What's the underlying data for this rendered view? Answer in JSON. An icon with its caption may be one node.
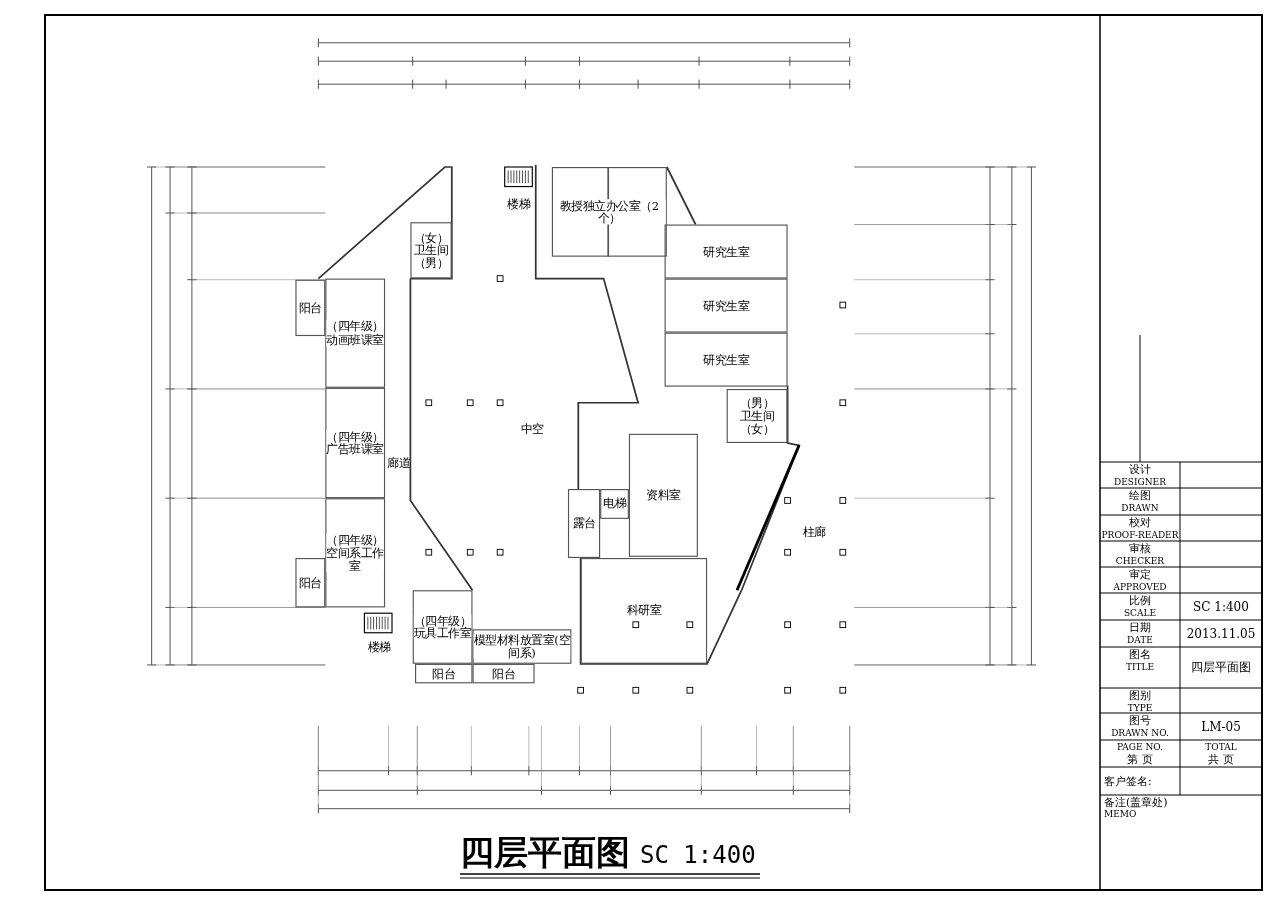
{
  "diagram": {
    "title": "四层平面图",
    "nodes": [
      {
        "text": [
          "（女）",
          "卫生间",
          "（男）"
        ]
      },
      {
        "text": [
          "阳台"
        ]
      },
      {
        "text": [
          "（四年级）动画班课室"
        ]
      },
      {
        "text": [
          "（四年级）广告班课室"
        ]
      },
      {
        "text": [
          "廊道"
        ]
      },
      {
        "text": [
          "（四年级）空间系工作室"
        ]
      },
      {
        "text": [
          "阳台"
        ]
      },
      {
        "text": [
          "楼梯"
        ]
      },
      {
        "text": [
          "（四年级）玩具工作室"
        ]
      },
      {
        "text": [
          "模型材料放置室(空间系)"
        ]
      },
      {
        "text": [
          "阳台"
        ]
      },
      {
        "text": [
          "阳台"
        ]
      },
      {
        "text": [
          "楼梯"
        ]
      },
      {
        "text": [
          "教授独立办公室（2个）"
        ]
      },
      {
        "text": [
          "研究生室"
        ]
      },
      {
        "text": [
          "研究生室"
        ]
      },
      {
        "text": [
          "研究生室"
        ]
      },
      {
        "text": [
          "（男）",
          "卫生间",
          "（女）"
        ]
      },
      {
        "text": [
          "中空"
        ]
      },
      {
        "text": [
          "资料室"
        ]
      },
      {
        "text": [
          "电梯"
        ]
      },
      {
        "text": [
          "露台"
        ]
      },
      {
        "text": [
          "柱廊"
        ]
      },
      {
        "text": [
          "科研室"
        ]
      }
    ],
    "labels": [
      "SC 1:400",
      "设计",
      "DESIGNER",
      "绘图",
      "DRAWN",
      "校对",
      "PROOF-READER",
      "审核",
      "CHECKER",
      "审定",
      "APPROVED",
      "比例",
      "SCALE",
      "SC 1:400",
      "日期",
      "DATE",
      "2013.11.05",
      "图名",
      "TITLE",
      "四层平面图",
      "图别",
      "TYPE",
      "图号",
      "DRAWN NO.",
      "LM-05",
      "PAGE NO.",
      "第 页",
      "TOTAL",
      "共 页",
      "客户签名:",
      "备注(盖章处)",
      "MEMO"
    ]
  }
}
